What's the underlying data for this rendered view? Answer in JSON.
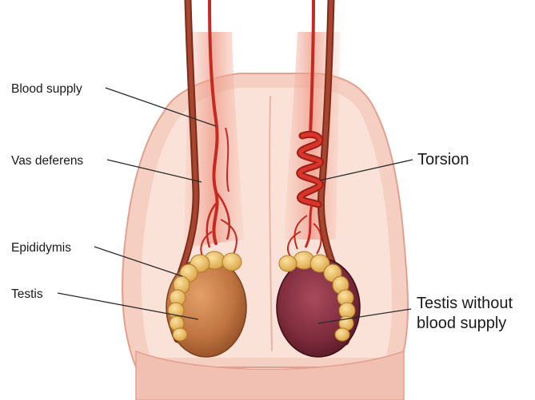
{
  "labels": {
    "blood_supply": "Blood supply",
    "vas_deferens": "Vas deferens",
    "epididymis": "Epididymis",
    "testis": "Testis",
    "torsion": "Torsion",
    "testis_without_line1": "Testis without",
    "testis_without_line2": "blood supply"
  },
  "colors": {
    "scrotum_outer": "#f6cfc3",
    "scrotum_inner": "#fbe4da",
    "scrotum_edge": "#e8a899",
    "artery": "#c42a22",
    "artery_dark": "#8e1a14",
    "vas": "#9b3a28",
    "testis_normal": "#c9814a",
    "testis_dead": "#7e2c3c",
    "epididymis": "#f0c064"
  }
}
